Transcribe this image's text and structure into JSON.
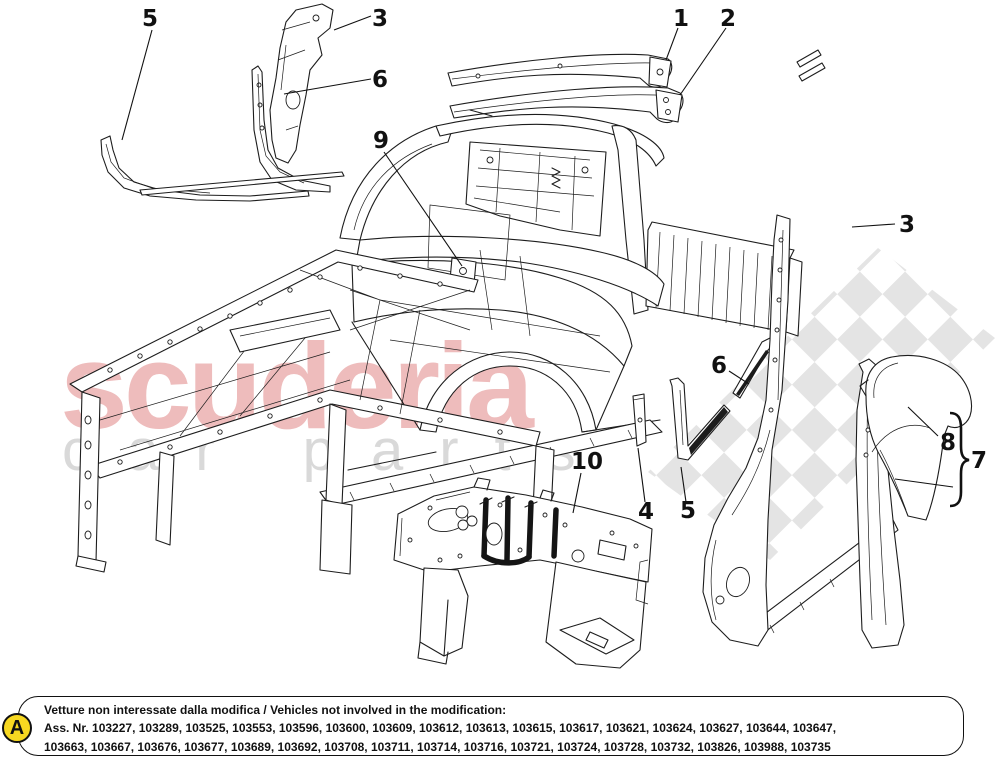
{
  "page": {
    "background": "#ffffff"
  },
  "watermark": {
    "brand": "scuderia",
    "sub": "car parts",
    "brand_color": "#eebcbc",
    "sub_color": "#d9d9d9",
    "checker_color": "#e4e4e4"
  },
  "callouts": {
    "c1": "1",
    "c2": "2",
    "c3a": "3",
    "c3b": "3",
    "c4": "4",
    "c5a": "5",
    "c5b": "5",
    "c6a": "6",
    "c6b": "6",
    "c7": "7",
    "c8": "8",
    "c9": "9",
    "c10": "10"
  },
  "note": {
    "badge": "A",
    "badge_color": "#f7d821",
    "title": "Vetture non interessate dalla modifica / Vehicles not involved in the modification:",
    "line2": "Ass. Nr. 103227, 103289, 103525, 103553, 103596, 103600, 103609, 103612, 103613, 103615, 103617, 103621, 103624, 103627, 103644, 103647,",
    "line3": "103663, 103667, 103676, 103677, 103689, 103692, 103708, 103711, 103714, 103716, 103721, 103724, 103728, 103732, 103826, 103988, 103735"
  }
}
